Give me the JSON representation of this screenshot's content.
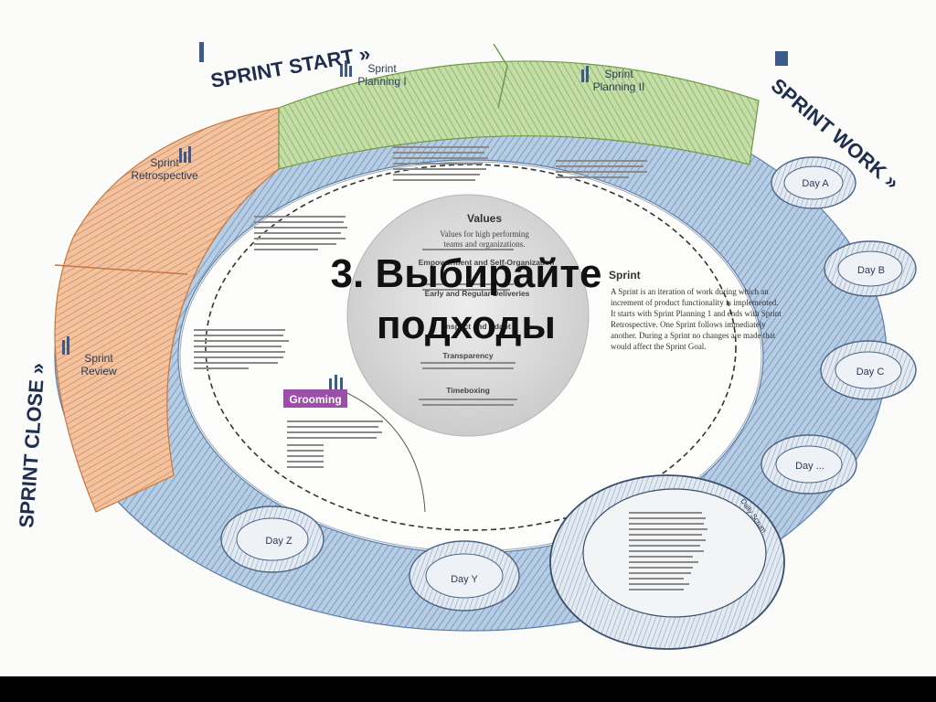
{
  "slide": {
    "headline_line1": "3. Выбирайте",
    "headline_line2": "подходы"
  },
  "phases": {
    "sprint_start": "SPRINT START »",
    "sprint_work": "SPRINT WORK »",
    "sprint_close": "SPRINT CLOSE »"
  },
  "events": {
    "planning1_a": "Sprint",
    "planning1_b": "Planning I",
    "planning2_a": "Sprint",
    "planning2_b": "Planning II",
    "retro_a": "Sprint",
    "retro_b": "Retrospective",
    "review_a": "Sprint",
    "review_b": "Review",
    "grooming": "Grooming",
    "daily_scrum": "Daily Scrum"
  },
  "days": [
    "Day A",
    "Day B",
    "Day C",
    "Day ...",
    "Day Y",
    "Day Z"
  ],
  "values_panel": {
    "title": "Values",
    "subtitle_1": "Values for high performing",
    "subtitle_2": "teams and organizations.",
    "item1": "Empowerment and Self-Organization",
    "item2": "Early and Regular Deliveries",
    "item3": "Inspect and Adapt",
    "item4": "Transparency",
    "item5": "Timeboxing"
  },
  "sprint_box": {
    "heading": "Sprint",
    "line1": "A Sprint is an iteration of work during which an",
    "line2": "increment of product functionality is implemented.",
    "line3": "It starts with Sprint Planning 1 and ends with Sprint",
    "line4": "Retrospective. One Sprint follows immediately",
    "line5": "another. During a Sprint no changes are made that",
    "line6": "would affect the Sprint Goal."
  },
  "colors": {
    "green": "#a9c98a",
    "orange": "#e6a57a",
    "blue": "#9db9d8",
    "grooming": "#9b4fa8",
    "ink": "#2b3a55"
  }
}
